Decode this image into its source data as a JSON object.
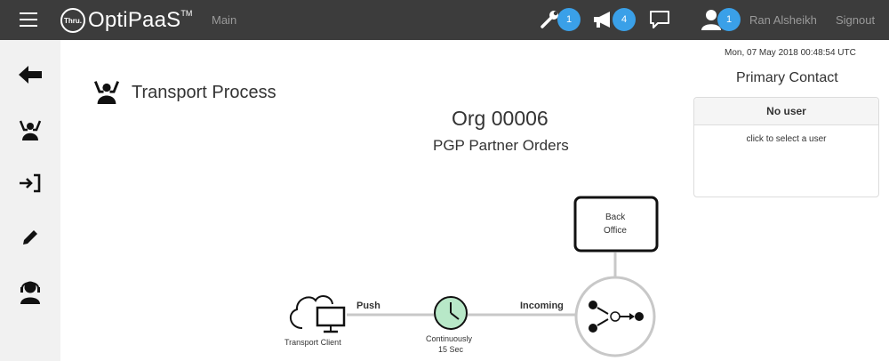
{
  "topbar": {
    "brand_badge": "Thru.",
    "brand_name": "OptiPaaS",
    "brand_tm": "TM",
    "main_link": "Main",
    "tools_count": "1",
    "announcements_count": "4",
    "user_count": "1",
    "user_name": "Ran Alsheikh",
    "signout_label": "Signout",
    "accent_color": "#3aa0e8",
    "bg_color": "#3c3c3c"
  },
  "sidebar": {
    "items": [
      {
        "icon": "back-arrow-icon"
      },
      {
        "icon": "transport-process-icon"
      },
      {
        "icon": "sign-in-icon"
      },
      {
        "icon": "pencil-icon"
      },
      {
        "icon": "support-agent-icon"
      }
    ]
  },
  "header": {
    "datetime": "Mon, 07 May 2018 00:48:54 UTC",
    "page_title": "Transport Process",
    "org_name": "Org 00006",
    "org_subtitle": "PGP Partner Orders"
  },
  "primary_contact": {
    "title": "Primary Contact",
    "card_header": "No user",
    "card_body": "click to select a user"
  },
  "flow": {
    "source_label": "Transport Client",
    "push_label": "Push",
    "schedule_label_1": "Continuously",
    "schedule_label_2": "15 Sec",
    "incoming_label": "Incoming",
    "back_office_1": "Back",
    "back_office_2": "Office"
  }
}
